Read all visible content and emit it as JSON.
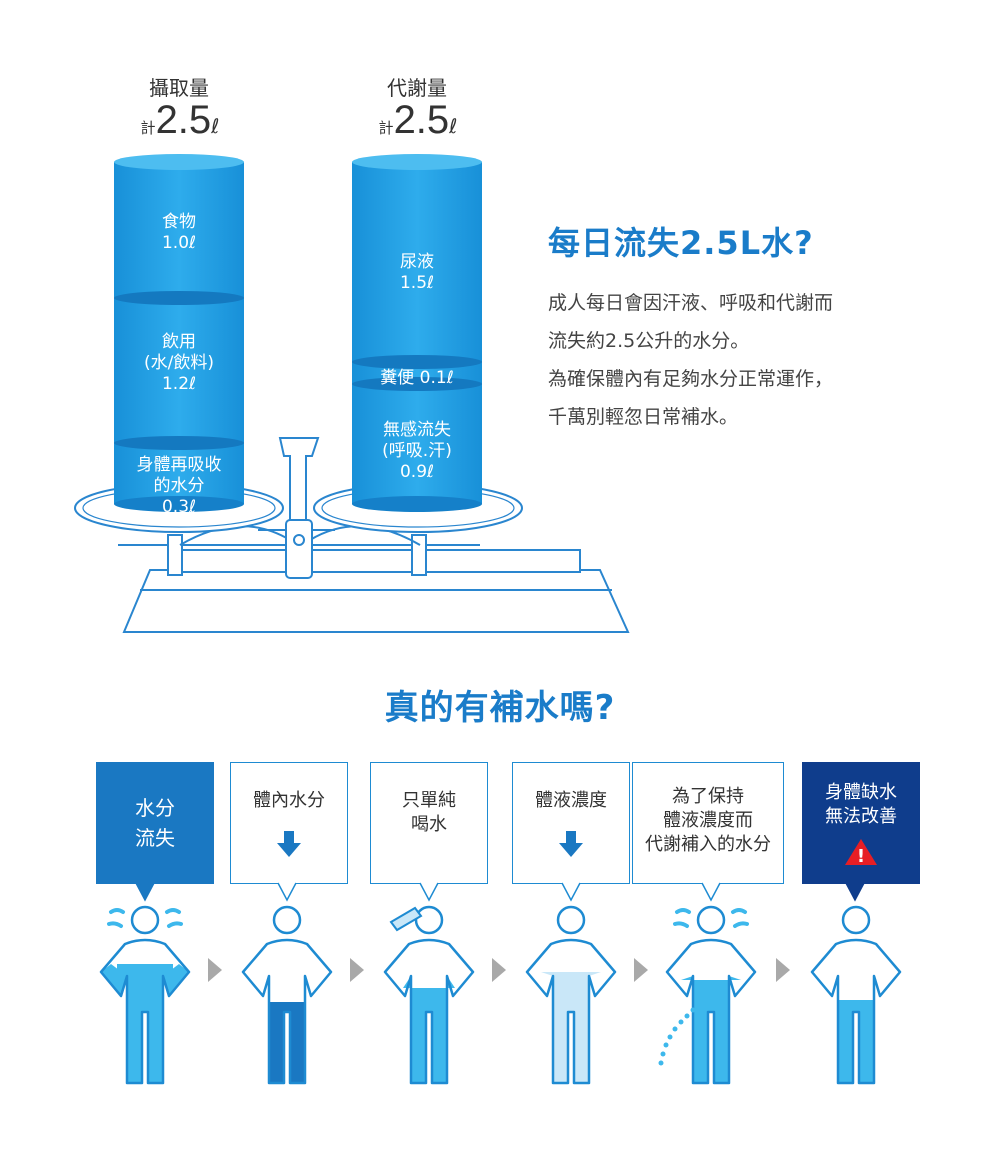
{
  "balance": {
    "left": {
      "title": "攝取量",
      "total_prefix": "計",
      "total_value": "2.5",
      "total_unit": "ℓ",
      "segments": [
        {
          "label": "食物",
          "value": "1.0ℓ"
        },
        {
          "label": "飲用",
          "sub": "(水/飲料)",
          "value": "1.2ℓ"
        },
        {
          "label": "身體再吸收",
          "sub": "的水分",
          "value": "0.3ℓ"
        }
      ]
    },
    "right": {
      "title": "代謝量",
      "total_prefix": "計",
      "total_value": "2.5",
      "total_unit": "ℓ",
      "segments": [
        {
          "label": "尿液",
          "value": "1.5ℓ"
        },
        {
          "label": "糞便 0.1ℓ"
        },
        {
          "label": "無感流失",
          "sub": "(呼吸.汗)",
          "value": "0.9ℓ"
        }
      ]
    }
  },
  "info": {
    "heading": "每日流失2.5L水?",
    "lines": [
      "成人每日會因汗液、呼吸和代謝而",
      "流失約2.5公升的水分。",
      "為確保體內有足夠水分正常運作，",
      "千萬別輕忽日常補水。"
    ]
  },
  "section2": {
    "heading": "真的有補水嗎?",
    "steps": [
      {
        "lines": [
          "水分",
          "流失"
        ]
      },
      {
        "lines": [
          "體內水分"
        ]
      },
      {
        "lines": [
          "只單純",
          "喝水"
        ]
      },
      {
        "lines": [
          "體液濃度"
        ]
      },
      {
        "lines": [
          "為了保持",
          "體液濃度而",
          "代謝補入的水分"
        ]
      },
      {
        "lines": [
          "身體缺水",
          "無法改善"
        ],
        "warning": "!"
      }
    ]
  },
  "colors": {
    "accent": "#1a7cc9",
    "cylinder": "#1c9ee2",
    "dark": "#0f3d8c",
    "water_light": "#c9e7f8",
    "water_mid": "#3db8ec",
    "water_dark": "#1a6fbf",
    "outline": "#1e8bd2"
  }
}
